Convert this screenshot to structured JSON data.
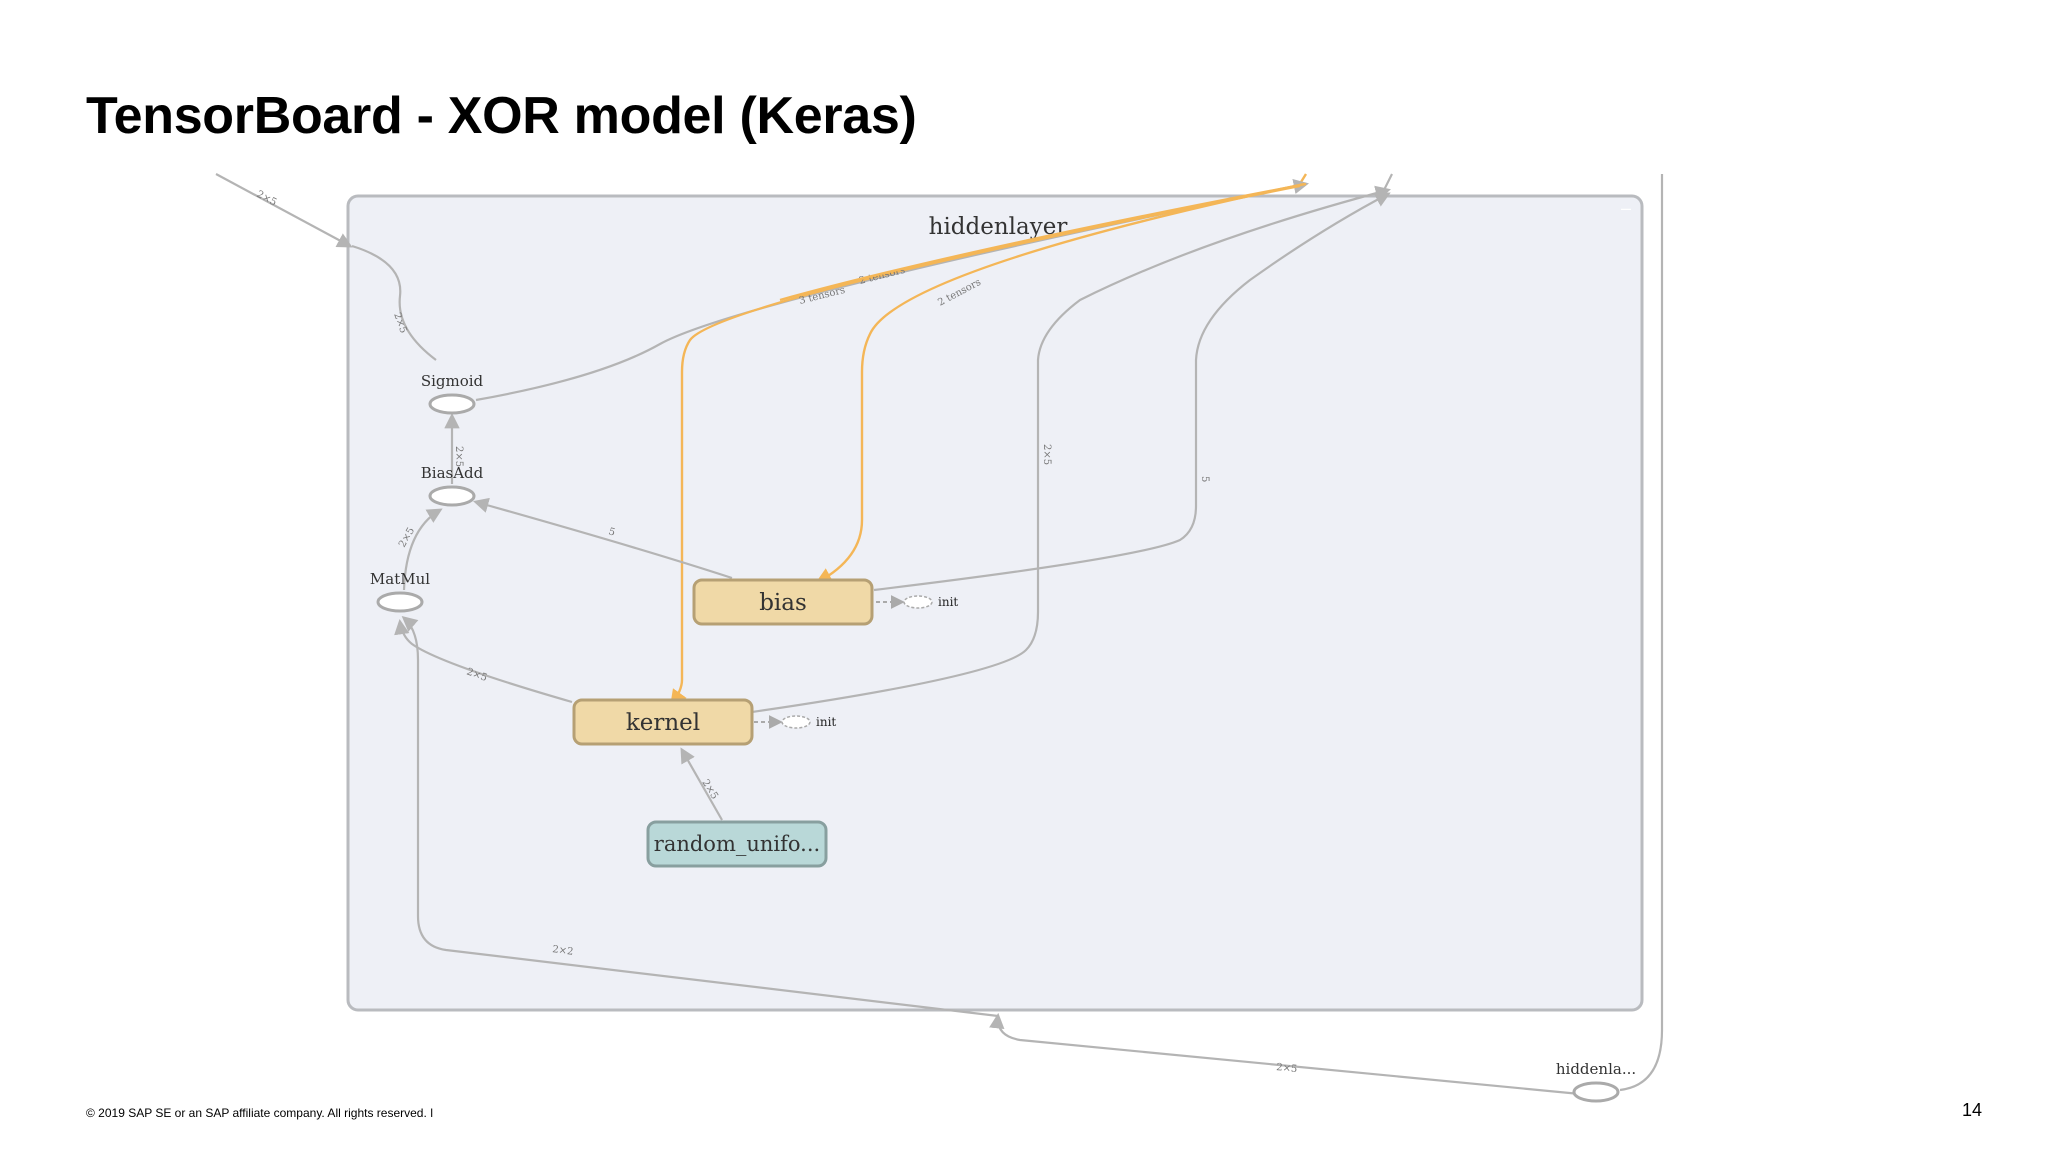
{
  "slide": {
    "title": "TensorBoard - XOR model (Keras)",
    "footer": "© 2019 SAP SE or an SAP affiliate company. All rights reserved.  ǀ",
    "page_number": "14"
  },
  "graph": {
    "group_label": "hiddenlayer",
    "collapse_glyph": "–",
    "nodes": {
      "sigmoid": "Sigmoid",
      "biasadd": "BiasAdd",
      "matmul": "MatMul",
      "bias": "bias",
      "kernel": "kernel",
      "random_uniform": "random_unifo...",
      "bias_init": "init",
      "kernel_init": "init",
      "hiddenlayer_out": "hiddenla..."
    },
    "edge_labels": {
      "top_left": "2×5",
      "to_sigmoid_out": "2×5",
      "biasadd_to_sigmoid": "2×5",
      "matmul_to_biasadd": "2×5",
      "bias_to_biasadd": "5",
      "kernel_to_matmul": "2×5",
      "random_to_kernel": "2×5",
      "three_tensors": "3 tensors",
      "two_tensors_a": "2 tensors",
      "two_tensors_b": "2 tensors",
      "kernel_up": "2×5",
      "bias_up": "5",
      "bottom_input": "2×2",
      "bottom_output": "2×5"
    },
    "colors": {
      "group_fill": "#eef0f6",
      "group_stroke": "#b9bbbf",
      "variable_fill": "#f0d9a7",
      "variable_stroke": "#b6a074",
      "random_fill": "#b9d8d8",
      "random_stroke": "#889f9f",
      "edge": "#b4b4b4",
      "ref_edge": "#f4b657"
    }
  }
}
